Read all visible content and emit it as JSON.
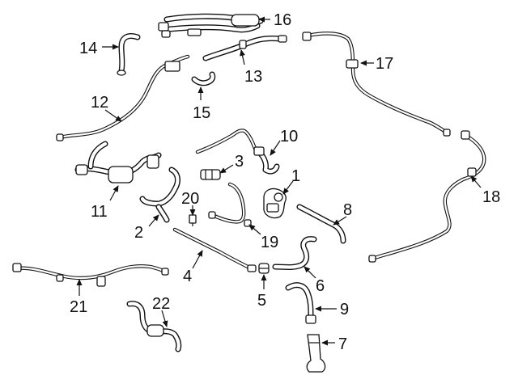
{
  "diagram": {
    "callouts": [
      {
        "label": "1"
      },
      {
        "label": "2"
      },
      {
        "label": "3"
      },
      {
        "label": "4"
      },
      {
        "label": "5"
      },
      {
        "label": "6"
      },
      {
        "label": "7"
      },
      {
        "label": "8"
      },
      {
        "label": "9"
      },
      {
        "label": "10"
      },
      {
        "label": "11"
      },
      {
        "label": "12"
      },
      {
        "label": "13"
      },
      {
        "label": "14"
      },
      {
        "label": "15"
      },
      {
        "label": "16"
      },
      {
        "label": "17"
      },
      {
        "label": "18"
      },
      {
        "label": "19"
      },
      {
        "label": "20"
      },
      {
        "label": "21"
      },
      {
        "label": "22"
      }
    ]
  }
}
